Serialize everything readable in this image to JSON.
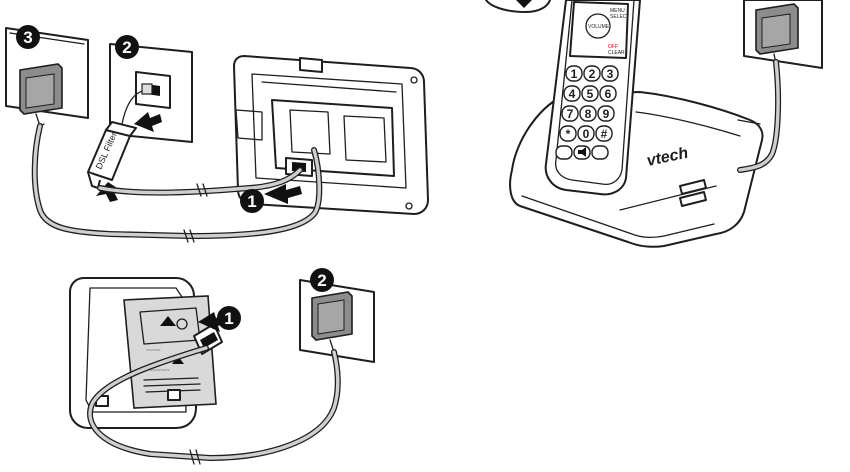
{
  "diagram": {
    "brand_text": "vtech",
    "filter_label": "DSL Filter",
    "top_left_steps": [
      "3",
      "2",
      "1"
    ],
    "bottom_left_steps": [
      "1",
      "2"
    ],
    "handset_keys": [
      "1",
      "2",
      "3",
      "4",
      "5",
      "6",
      "7",
      "8",
      "9",
      "*",
      "0",
      "#"
    ],
    "handset_softkeys": [
      "MENU",
      "VOLUME",
      "SELECT",
      "OFF",
      "CLEAR"
    ]
  }
}
